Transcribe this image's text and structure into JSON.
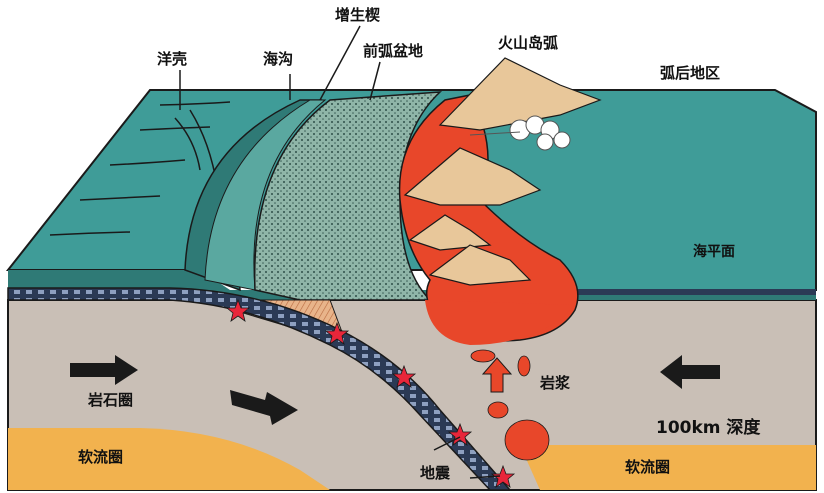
{
  "labels": {
    "ocean_crust": "洋壳",
    "trench": "海沟",
    "accretionary_wedge": "增生楔",
    "forearc_basin": "前弧盆地",
    "volcanic_island_arc": "火山岛弧",
    "back_arc_region": "弧后地区",
    "sea_level": "海平面",
    "lithosphere": "岩石圈",
    "magma": "岩浆",
    "depth": "100km 深度",
    "asthenosphere_left": "软流圈",
    "asthenosphere_right": "软流圈",
    "earthquake": "地震"
  },
  "colors": {
    "ocean": "#3f9c98",
    "ocean_dark": "#2f7a76",
    "mantle": "#c9bfb6",
    "asthenosphere": "#f2b24e",
    "magma": "#e8472a",
    "wedge": "#7fa89c",
    "mountain": "#e8c79a",
    "earthquake_star": "#e8263a",
    "arrow": "#1a1a1a"
  }
}
